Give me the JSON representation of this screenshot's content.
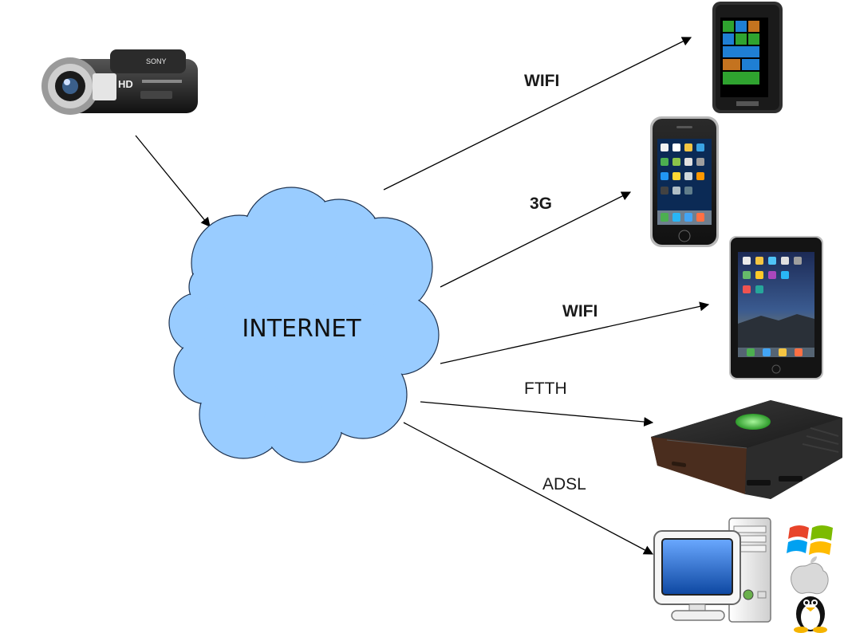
{
  "cloud": {
    "label": "INTERNET",
    "fill": "#99ccff",
    "stroke": "#1f3350"
  },
  "connections": [
    {
      "label": "WIFI",
      "weight": "bold",
      "target": "windows-phone"
    },
    {
      "label": "3G",
      "weight": "bold",
      "target": "iphone"
    },
    {
      "label": "WIFI",
      "weight": "bold",
      "target": "ipad"
    },
    {
      "label": "FTTH",
      "weight": "normal",
      "target": "xbox-console"
    },
    {
      "label": "ADSL",
      "weight": "normal",
      "target": "desktop-computer"
    }
  ],
  "camera": {
    "brand": "SONY",
    "badge": "HD"
  },
  "icons": [
    "camcorder-icon",
    "windows-phone-icon",
    "iphone-icon",
    "ipad-icon",
    "xbox-console-icon",
    "desktop-computer-icon",
    "windows-logo-icon",
    "apple-logo-icon",
    "linux-tux-icon"
  ]
}
